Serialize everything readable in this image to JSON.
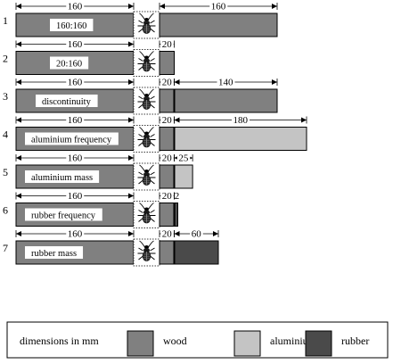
{
  "colors": {
    "wood": "#808080",
    "aluminium": "#c4c4c4",
    "rubber": "#4a4a4a",
    "label_bg": "#ffffff",
    "line": "#000000"
  },
  "insect_icon": "beetle-icon",
  "rows": [
    {
      "number": "1",
      "label": "160:160",
      "left_dim": "160",
      "segments": [
        {
          "material": "wood",
          "length": 160,
          "dim": "160"
        }
      ]
    },
    {
      "number": "2",
      "label": "20:160",
      "left_dim": "160",
      "segments": [
        {
          "material": "wood",
          "length": 20,
          "dim": "20"
        }
      ]
    },
    {
      "number": "3",
      "label": "discontinuity",
      "left_dim": "160",
      "segments": [
        {
          "material": "wood",
          "length": 20,
          "dim": "20"
        },
        {
          "material": "wood",
          "length": 140,
          "dim": "140"
        }
      ]
    },
    {
      "number": "4",
      "label": "aluminium frequency",
      "left_dim": "160",
      "segments": [
        {
          "material": "wood",
          "length": 20,
          "dim": "20"
        },
        {
          "material": "aluminium",
          "length": 180,
          "dim": "180"
        }
      ]
    },
    {
      "number": "5",
      "label": "aluminium mass",
      "left_dim": "160",
      "segments": [
        {
          "material": "wood",
          "length": 20,
          "dim": "20"
        },
        {
          "material": "aluminium",
          "length": 25,
          "dim": "25"
        }
      ]
    },
    {
      "number": "6",
      "label": "rubber frequency",
      "left_dim": "160",
      "segments": [
        {
          "material": "wood",
          "length": 20,
          "dim": "20"
        },
        {
          "material": "rubber",
          "length": 2,
          "dim": "2"
        }
      ]
    },
    {
      "number": "7",
      "label": "rubber mass",
      "left_dim": "160",
      "segments": [
        {
          "material": "wood",
          "length": 20,
          "dim": "20"
        },
        {
          "material": "rubber",
          "length": 60,
          "dim": "60"
        }
      ]
    }
  ],
  "legend": {
    "title": "dimensions in mm",
    "items": [
      {
        "material": "wood",
        "label": "wood"
      },
      {
        "material": "aluminium",
        "label": "aluminium"
      },
      {
        "material": "rubber",
        "label": "rubber"
      }
    ]
  }
}
